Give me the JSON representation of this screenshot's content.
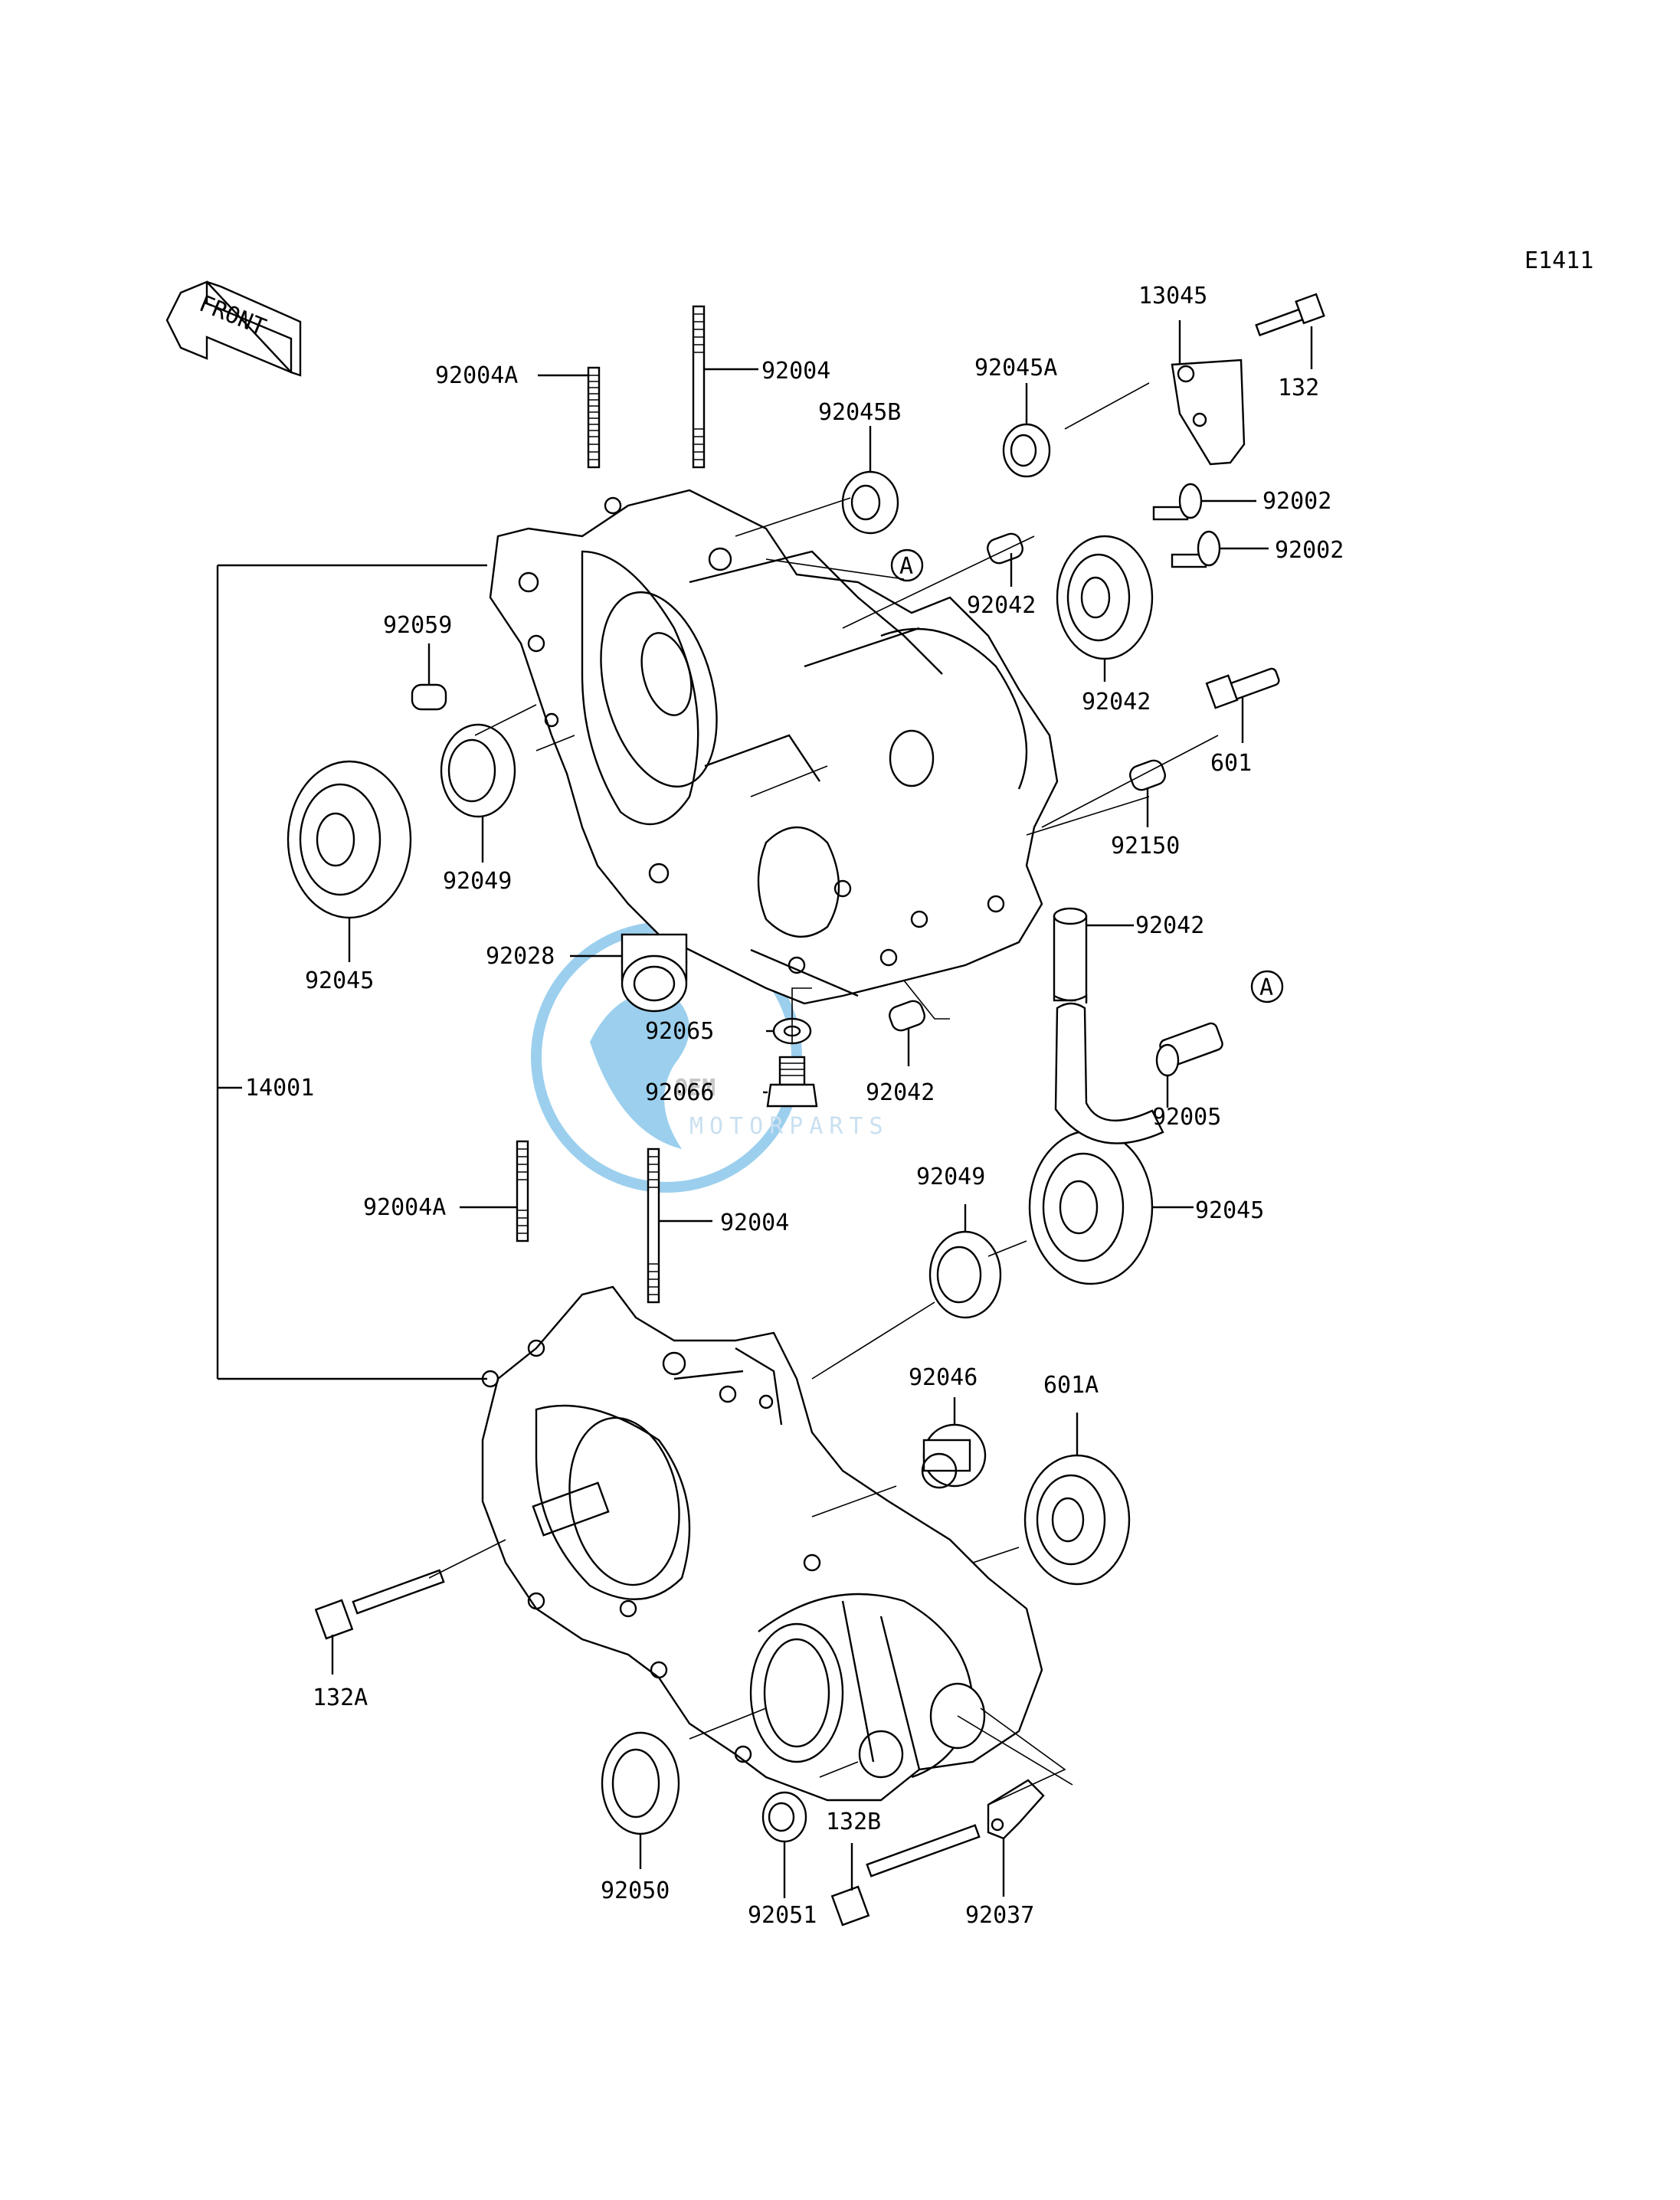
{
  "diagram_code": "E1411",
  "front_label": "FRONT",
  "watermark": {
    "brand": "OEM",
    "sub": "MOTORPARTS",
    "color": "#4aa8e0"
  },
  "part_labels": [
    "92004A",
    "92004",
    "92045B",
    "92045A",
    "13045",
    "132",
    "92002",
    "92002",
    "92042",
    "92042",
    "601",
    "92150",
    "92042",
    "92059",
    "92049",
    "92045",
    "92028",
    "92065",
    "92066",
    "92042",
    "92005",
    "14001",
    "92004A",
    "92004",
    "92049",
    "92045",
    "92046",
    "601A",
    "132A",
    "92050",
    "92051",
    "132B",
    "92037"
  ],
  "ref_markers": [
    "A",
    "A"
  ]
}
